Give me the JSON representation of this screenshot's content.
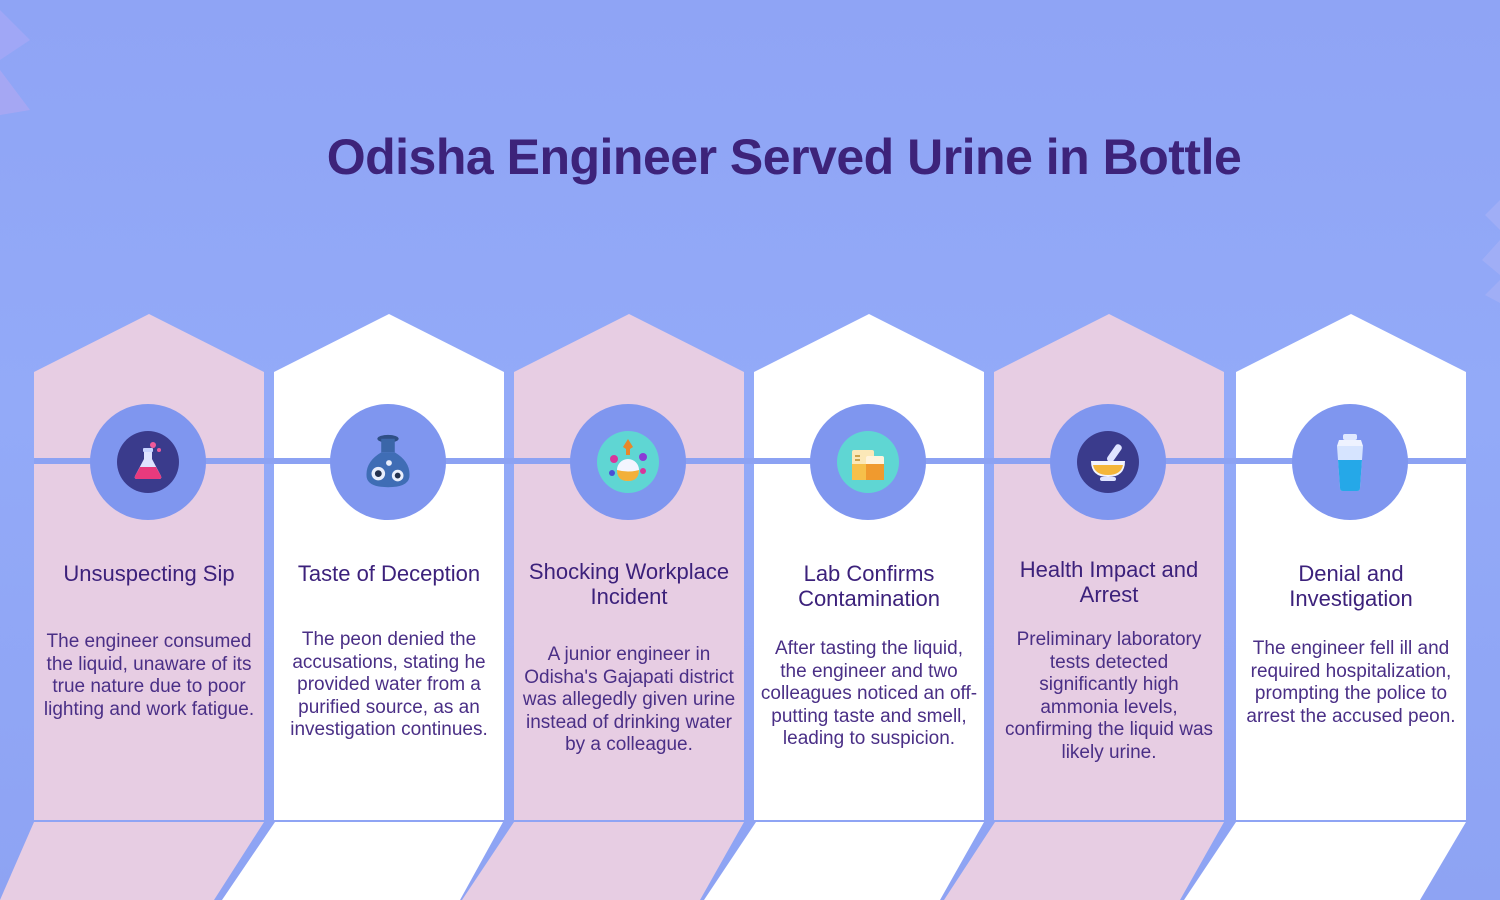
{
  "title": "Odisha Engineer Served Urine in Bottle",
  "colors": {
    "pink": "#e7cde3",
    "white": "#ffffff",
    "accent": "#3d237a",
    "circle": "#7f96ef"
  },
  "steps": [
    {
      "title": "Unsuspecting Sip",
      "icon": "flask-icon",
      "text": "The engineer consumed the liquid, unaware of its true nature due to poor lighting and work fatigue."
    },
    {
      "title": "Taste of Deception",
      "icon": "bubbling-vase-icon",
      "text": "The peon denied the accusations, stating he provided water from a purified source, as an investigation continues."
    },
    {
      "title": "Shocking Workplace Incident",
      "icon": "bacteria-flask-icon",
      "text": "A junior engineer in Odisha's Gajapati district was allegedly given urine instead of drinking water by a colleague."
    },
    {
      "title": "Lab Confirms Contamination",
      "icon": "beaker-icon",
      "text": "After tasting the liquid, the engineer and two colleagues noticed an off-putting taste and smell, leading to suspicion."
    },
    {
      "title": "Health Impact and Arrest",
      "icon": "mortar-pestle-icon",
      "text": "Preliminary laboratory tests detected significantly high ammonia levels, confirming the liquid was likely urine."
    },
    {
      "title": "Denial and Investigation",
      "icon": "water-bottle-icon",
      "text": "The engineer fell ill and required hospitalization, prompting the police to arrest the accused peon."
    }
  ]
}
